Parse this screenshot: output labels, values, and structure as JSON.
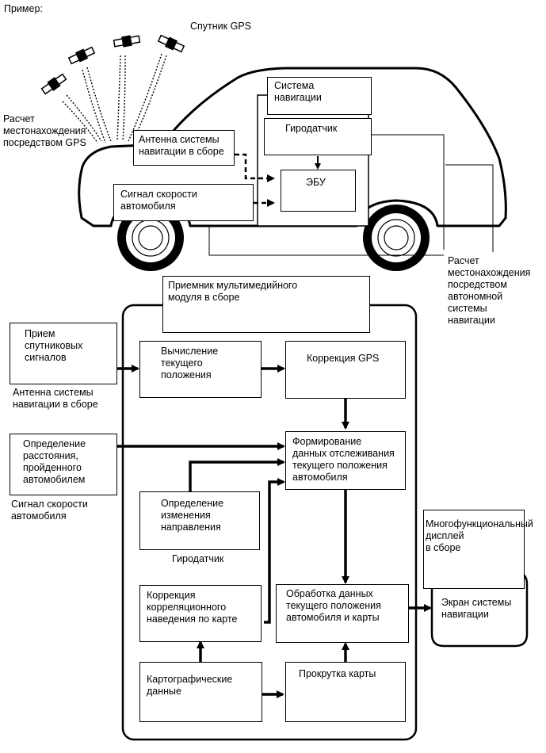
{
  "example_label": "Пример:",
  "top": {
    "satellite_label": "Спутник GPS",
    "gps_calc_label": "Расчет\nместонахождения\nпосредством GPS",
    "nav_system_label": "Система\nнавигации",
    "gyro_label": "Гиродатчик",
    "antenna_label": "Антенна системы\nнавигации в сборе",
    "ecu_label": "ЭБУ",
    "speed_signal_label": "Сигнал скорости\nавтомобиля",
    "autonomous_calc_label": "Расчет\nместонахождения\nпосредством\nавтономной\nсистемы\nнавигации"
  },
  "bottom": {
    "receiver_label": "Приемник мультимедийного\nмодуля в сборе",
    "sat_signal_label": "Прием\nспутниковых\nсигналов",
    "antenna_label": "Антенна системы\nнавигации в сборе",
    "position_calc_label": "Вычисление\nтекущего\nположения",
    "gps_correction_label": "Коррекция GPS",
    "distance_label": "Определение\nрасстояния,\nпройденного\nавтомобилем",
    "speed_signal_label": "Сигнал скорости\nавтомобиля",
    "tracking_label": "Формирование\nданных отслеживания\nтекущего положения\nавтомобиля",
    "direction_label": "Определение\nизменения\nнаправления",
    "gyro_label": "Гиродатчик",
    "map_matching_label": "Коррекция\nкорреляционного\nнаведения по карте",
    "processing_label": "Обработка данных\nтекущего положения\nавтомобиля и карты",
    "map_data_label": "Картографические\nданные",
    "map_scroll_label": "Прокрутка карты",
    "display_label": "Многофункциональный\nдисплей\nв сборе",
    "screen_label": "Экран системы\nнавигации"
  }
}
